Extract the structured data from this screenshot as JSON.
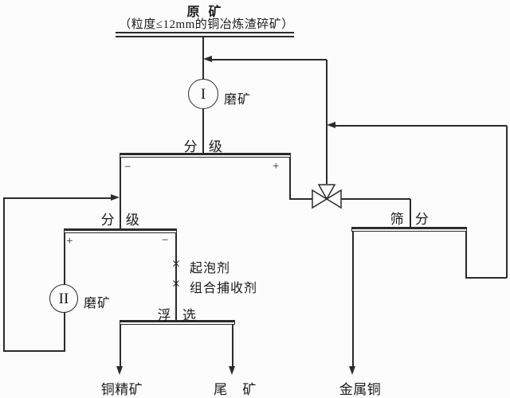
{
  "colors": {
    "line": "#2b2b2b",
    "text": "#1b1b1b",
    "background": "#fcfcfc"
  },
  "header": {
    "title": "原 矿",
    "subtitle": "（粒度≤12mm的铜冶炼渣碎矿）"
  },
  "stations": {
    "grinding1": {
      "numeral": "I",
      "label": "磨矿"
    },
    "classification1": {
      "label": "分 级",
      "minus": "−",
      "plus": "+"
    },
    "classification2": {
      "label": "分 级",
      "plus": "+",
      "minus": "−"
    },
    "grinding2": {
      "numeral": "II",
      "label": "磨矿"
    },
    "screening": {
      "label": "筛 分"
    },
    "flotation": {
      "label": "浮 选"
    }
  },
  "reagents": [
    {
      "marker": "×",
      "label": "起泡剂"
    },
    {
      "marker": "×",
      "label": "组合捕收剂"
    }
  ],
  "products": {
    "concentrate": "铜精矿",
    "tailings": "尾 矿",
    "metal_copper": "金属铜"
  }
}
